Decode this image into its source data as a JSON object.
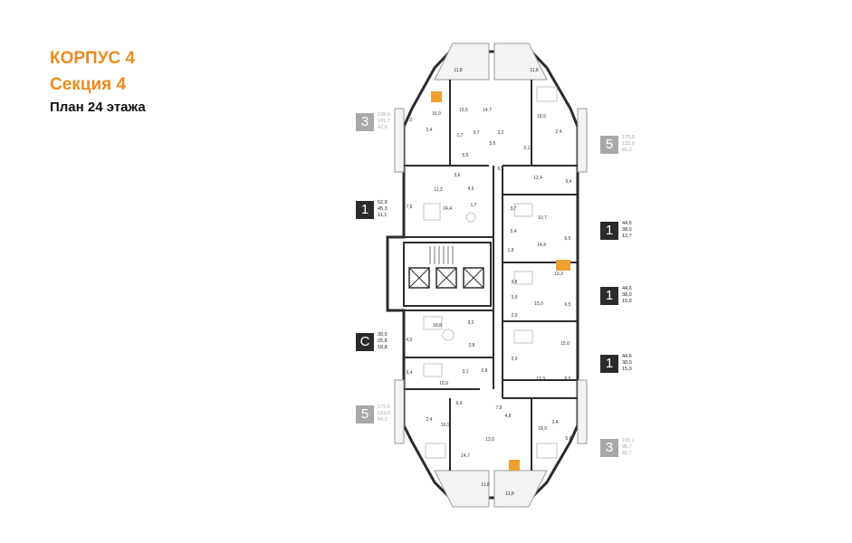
{
  "header": {
    "building": "КОРПУС 4",
    "section": "Секция 4",
    "floor_plan": "План 24 этажа"
  },
  "colors": {
    "accent": "#ec8b1d",
    "dark_badge": "#2b2b2b",
    "grey_badge": "#a8a8a8",
    "wall": "#2b2b2b",
    "highlight": "#f0a030"
  },
  "units": [
    {
      "rooms": "3",
      "areas": [
        "138,9",
        "101,7",
        "42,6"
      ],
      "style": "grey"
    },
    {
      "rooms": "5",
      "areas": [
        "175,9",
        "133,9",
        "81,2"
      ],
      "style": "grey"
    },
    {
      "rooms": "1",
      "areas": [
        "52,9",
        "45,3",
        "11,1"
      ],
      "style": "dark"
    },
    {
      "rooms": "1",
      "areas": [
        "44,6",
        "38,0",
        "12,7"
      ],
      "style": "dark"
    },
    {
      "rooms": "1",
      "areas": [
        "44,6",
        "38,0",
        "15,0"
      ],
      "style": "dark"
    },
    {
      "rooms": "C",
      "areas": [
        "30,0",
        "25,8",
        "18,8"
      ],
      "style": "dark"
    },
    {
      "rooms": "1",
      "areas": [
        "44,6",
        "38,0",
        "15,0"
      ],
      "style": "dark"
    },
    {
      "rooms": "5",
      "areas": [
        "175,5",
        "133,6",
        "84,2"
      ],
      "style": "grey"
    },
    {
      "rooms": "3",
      "areas": [
        "131,1",
        "95,7",
        "42,7"
      ],
      "style": "grey"
    }
  ],
  "room_labels": [
    "11,8",
    "11,8",
    "16,9",
    "15,5",
    "14,7",
    "18,9",
    "6,0",
    "2,4",
    "1,7",
    "3,7",
    "3,2",
    "5,6",
    "2,4",
    "6,1",
    "5,5",
    "6,6",
    "3,6",
    "11,3",
    "4,5",
    "12,4",
    "9,4",
    "7,6",
    "1,7",
    "24,4",
    "3,7",
    "10,7",
    "5,4",
    "14,4",
    "1,8",
    "6,5",
    "3,8",
    "13,3",
    "3,9",
    "15,0",
    "6,5",
    "18,8",
    "3,2",
    "2,0",
    "15,0",
    "4,0",
    "2,8",
    "3,9",
    "9,4",
    "10,9",
    "3,1",
    "6,8",
    "13,3",
    "6,5",
    "6,4",
    "7,8",
    "16,9",
    "18,9",
    "4,8",
    "2,4",
    "2,4",
    "5,6",
    "14,7",
    "13,0",
    "11,8",
    "11,8"
  ]
}
